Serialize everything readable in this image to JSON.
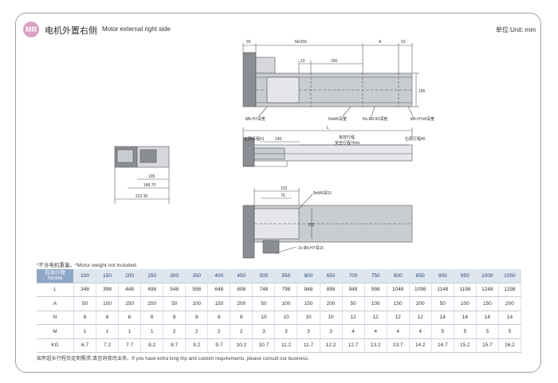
{
  "header": {
    "badge": "MR",
    "title_cn": "电机外置右侧",
    "title_en": "Motor external right side",
    "unit": "单位:Unit: mm"
  },
  "drawing": {
    "top_view": {
      "dim_65": "65",
      "dim_mx200": "Mx200",
      "dim_a": "A",
      "dim_63": "63",
      "dim_10": "10",
      "dim_200": "200",
      "dim_106": "106",
      "callout_pin_hole": "Ø6-H7深宽",
      "callout_nxm6": "NxM6深宽",
      "callout_nx66": "Nx Ø6.60深宽",
      "callout_pin_hole_right": "Ø6-H7x8深宽"
    },
    "side_view": {
      "dim_l": "L",
      "dim_140": "140",
      "limit_left": "左限行程61",
      "effective_stroke": "有效行程",
      "safe_stroke": "安全行程7mm",
      "limit_right": "右限行程40"
    },
    "end_view": {
      "dim_135": "135",
      "dim_148_70": "148.70",
      "dim_222_30": "222.30"
    },
    "carriage_view": {
      "dim_122": "122",
      "dim_70": "70",
      "callout_8xm6": "8xM6深15",
      "dim_152": "152",
      "callout_2x6h7": "2x Ø6-H7深15"
    }
  },
  "note": "*不含电机重量。*Motor weight not included.",
  "spec_table": {
    "header_label_cn": "有效行程",
    "header_label_en": "Stroke",
    "strokes": [
      "100",
      "150",
      "200",
      "250",
      "300",
      "350",
      "400",
      "450",
      "500",
      "550",
      "600",
      "650",
      "700",
      "750",
      "800",
      "850",
      "900",
      "950",
      "1000",
      "1050"
    ],
    "rows": [
      {
        "label": "L",
        "values": [
          "348",
          "398",
          "448",
          "498",
          "548",
          "598",
          "648",
          "698",
          "748",
          "798",
          "848",
          "898",
          "948",
          "998",
          "1048",
          "1098",
          "1148",
          "1198",
          "1248",
          "1298"
        ]
      },
      {
        "label": "A",
        "values": [
          "50",
          "100",
          "150",
          "200",
          "50",
          "100",
          "150",
          "200",
          "50",
          "100",
          "150",
          "200",
          "50",
          "100",
          "150",
          "200",
          "50",
          "100",
          "150",
          "200"
        ]
      },
      {
        "label": "N",
        "values": [
          "6",
          "6",
          "6",
          "6",
          "8",
          "8",
          "8",
          "8",
          "10",
          "10",
          "10",
          "10",
          "12",
          "12",
          "12",
          "12",
          "14",
          "14",
          "14",
          "14"
        ]
      },
      {
        "label": "M",
        "values": [
          "1",
          "1",
          "1",
          "1",
          "2",
          "2",
          "2",
          "2",
          "3",
          "3",
          "3",
          "3",
          "4",
          "4",
          "4",
          "4",
          "5",
          "5",
          "5",
          "5"
        ]
      },
      {
        "label": "KG",
        "values": [
          "6.7",
          "7.2",
          "7.7",
          "8.2",
          "8.7",
          "9.2",
          "9.7",
          "10.2",
          "10.7",
          "11.2",
          "11.7",
          "12.2",
          "12.7",
          "13.2",
          "13.7",
          "14.2",
          "14.7",
          "15.2",
          "15.7",
          "16.2"
        ]
      }
    ]
  },
  "footer": "如有超长行程及定制需求,请咨询我司业务。If you have extra long trip and custom requirements, please consult our business.",
  "colors": {
    "badge": "#d9a1c6",
    "table_header_label": "#8fa7c7",
    "table_header_row": "#dfe6ef",
    "rail": "#c9ccd1"
  }
}
